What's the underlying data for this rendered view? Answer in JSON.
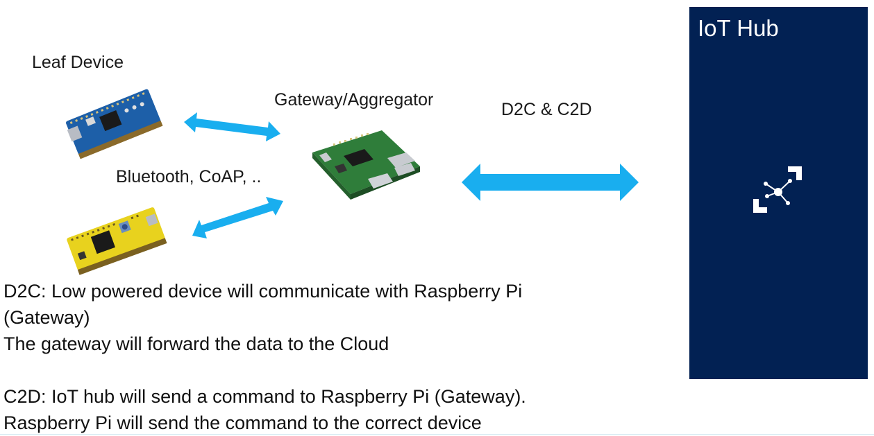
{
  "labels": {
    "leaf_device": "Leaf Device",
    "gateway": "Gateway/Aggregator",
    "d2c_c2d": "D2C & C2D",
    "protocols": "Bluetooth, CoAP, .."
  },
  "hub": {
    "title": "IoT Hub",
    "icon": "iot-hub-icon"
  },
  "description": {
    "lines": [
      "D2C: Low powered device will communicate with Raspberry Pi",
      "(Gateway)",
      "The gateway will forward the data to the Cloud",
      "",
      "C2D: IoT hub will send a command to Raspberry Pi (Gateway).",
      "Raspberry Pi will send the command to the correct device"
    ]
  },
  "colors": {
    "arrow": "#19aeef",
    "hub_bg": "#022153",
    "board_blue": "#1d5fa8",
    "board_yellow": "#e8d21e",
    "rpi_green": "#2f7d3a"
  }
}
